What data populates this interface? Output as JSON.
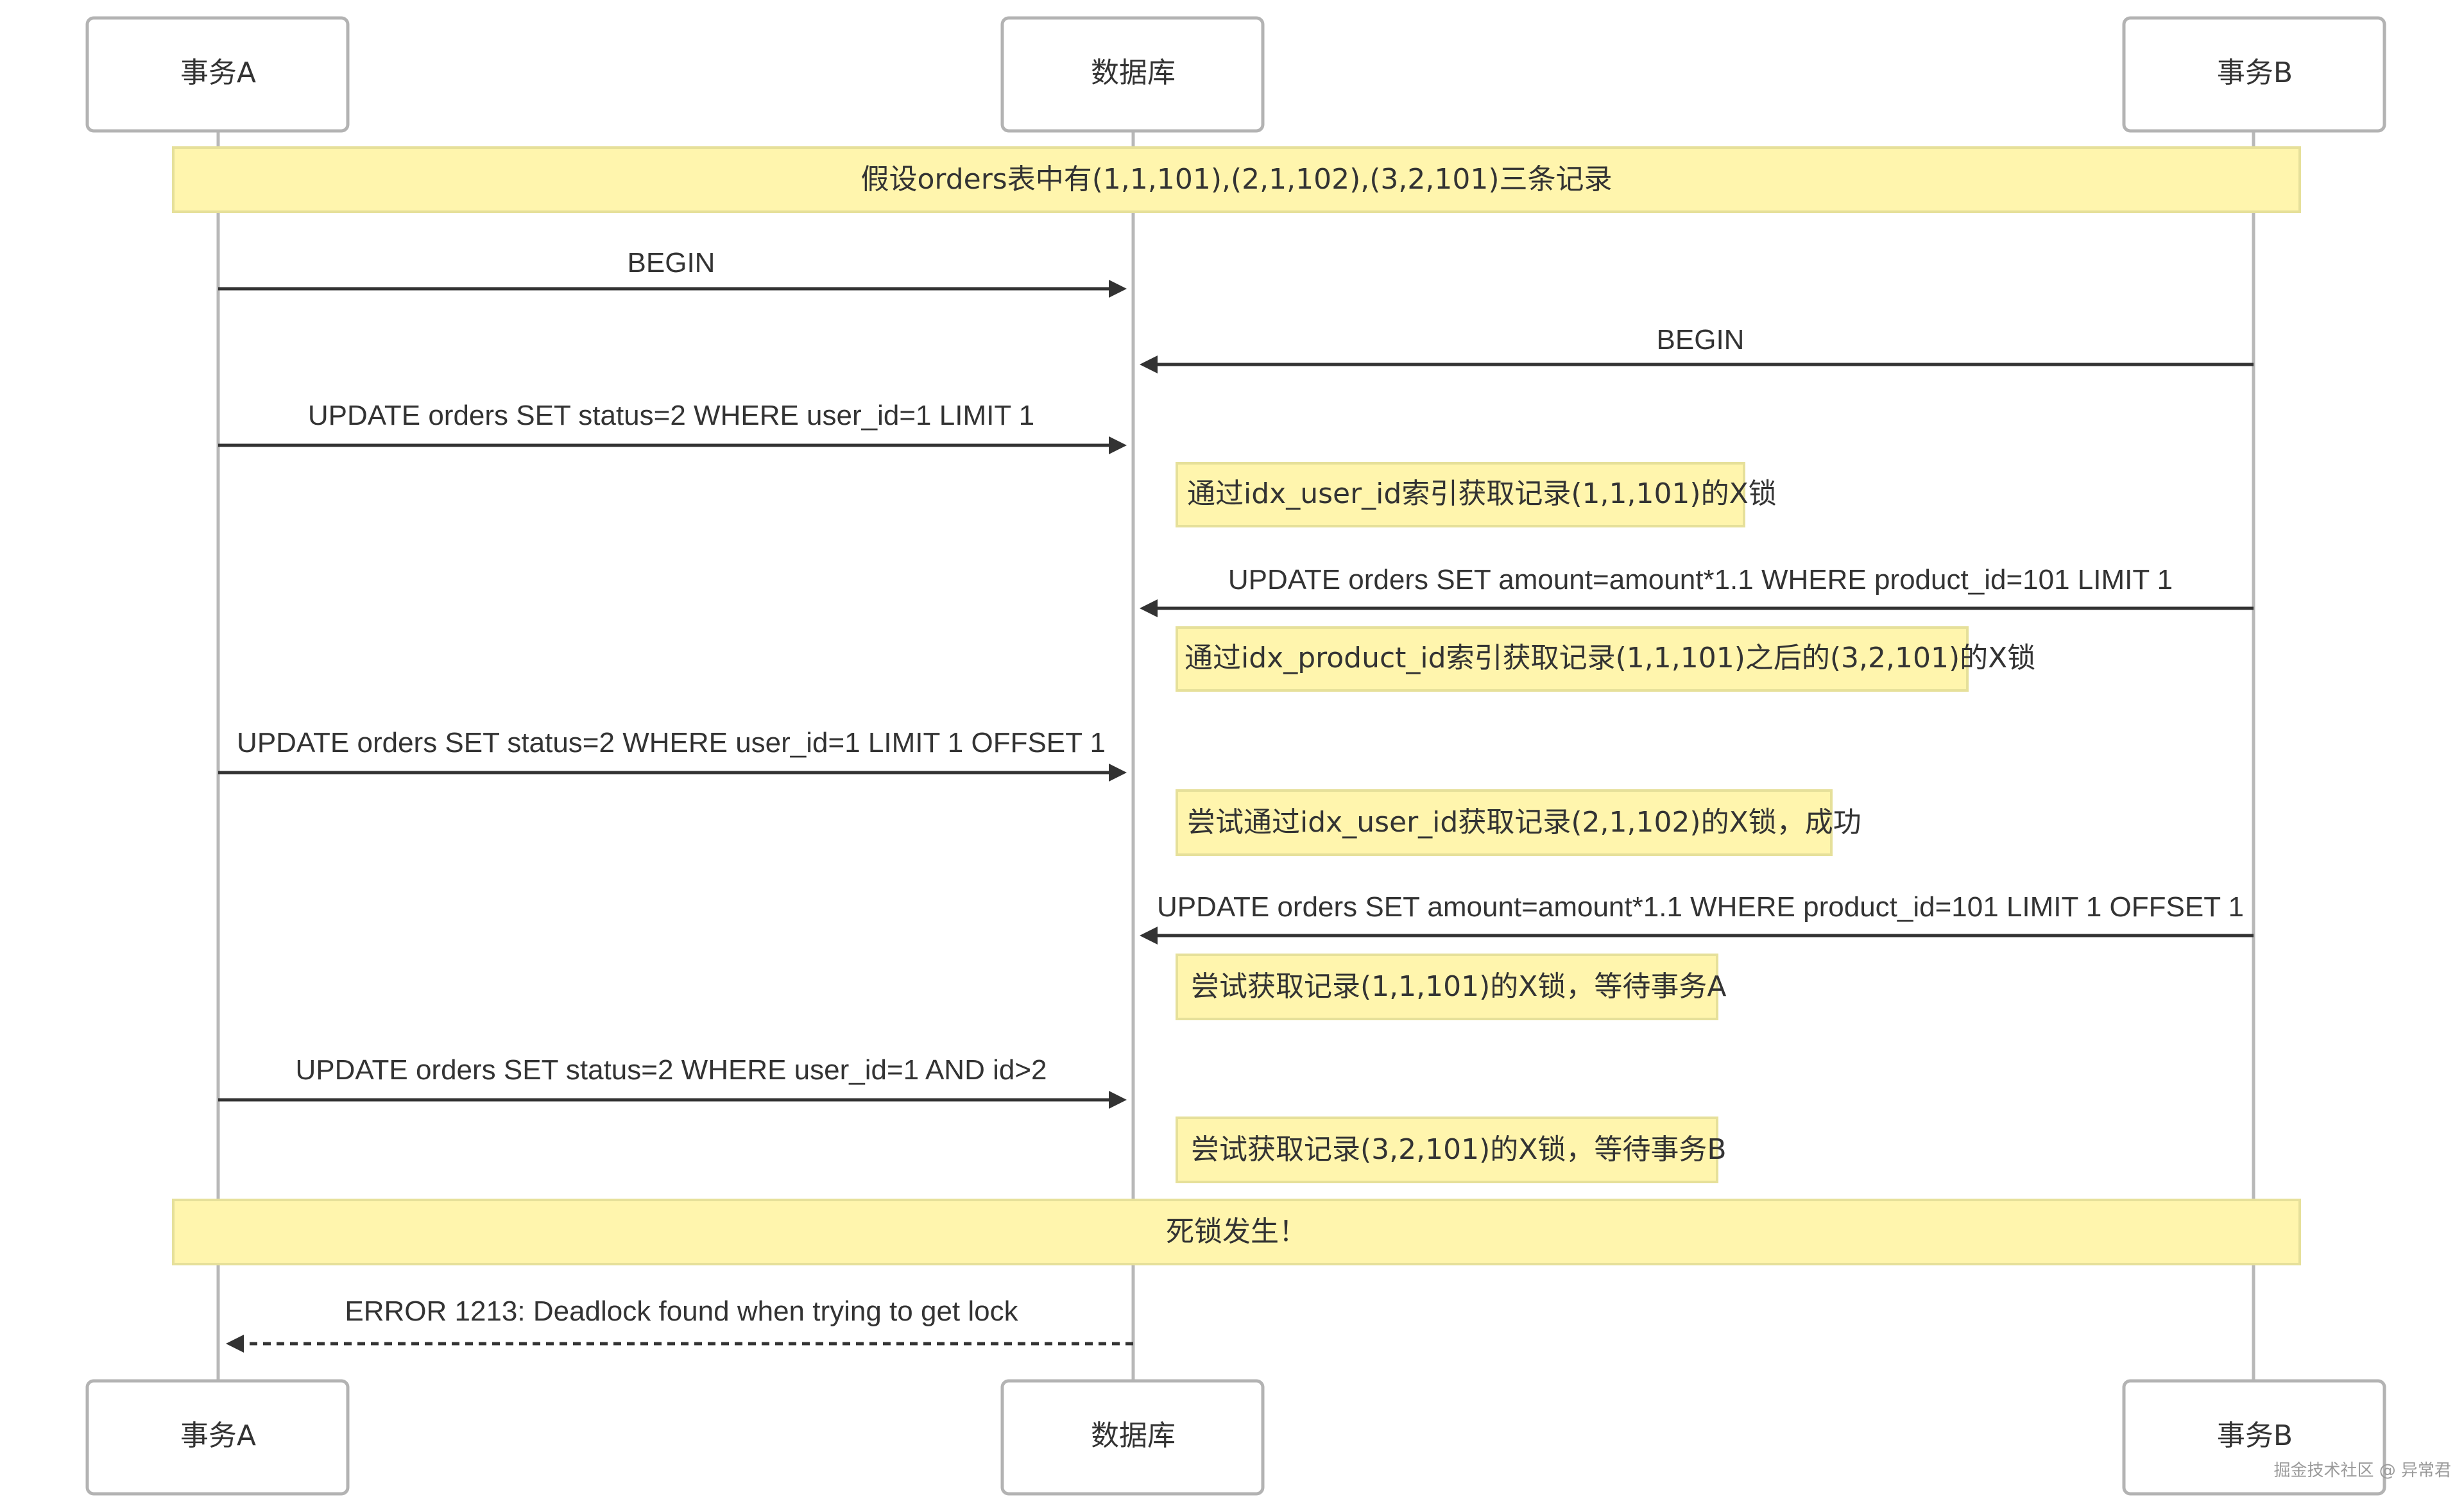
{
  "actors": [
    {
      "id": "A",
      "label": "事务A"
    },
    {
      "id": "DB",
      "label": "数据库"
    },
    {
      "id": "B",
      "label": "事务B"
    }
  ],
  "notes": {
    "intro": "假设orders表中有(1,1,101),(2,1,102),(3,2,101)三条记录",
    "n1": "通过idx_user_id索引获取记录(1,1,101)的X锁",
    "n2": "通过idx_product_id索引获取记录(1,1,101)之后的(3,2,101)的X锁",
    "n3": "尝试通过idx_user_id获取记录(2,1,102)的X锁，成功",
    "n4": "尝试获取记录(1,1,101)的X锁，等待事务A",
    "n5": "尝试获取记录(3,2,101)的X锁，等待事务B",
    "deadlock": "死锁发生！"
  },
  "messages": {
    "m1": "BEGIN",
    "m2": "BEGIN",
    "m3": "UPDATE orders SET status=2 WHERE user_id=1 LIMIT 1",
    "m4": "UPDATE orders SET amount=amount*1.1 WHERE product_id=101 LIMIT 1",
    "m5": "UPDATE orders SET status=2 WHERE user_id=1 LIMIT 1 OFFSET 1",
    "m6": "UPDATE orders SET amount=amount*1.1 WHERE product_id=101 LIMIT 1 OFFSET 1",
    "m7": "UPDATE orders SET status=2 WHERE user_id=1 AND id>2",
    "m8": "ERROR 1213: Deadlock found when trying to get lock"
  },
  "watermark": "掘金技术社区 @ 异常君"
}
